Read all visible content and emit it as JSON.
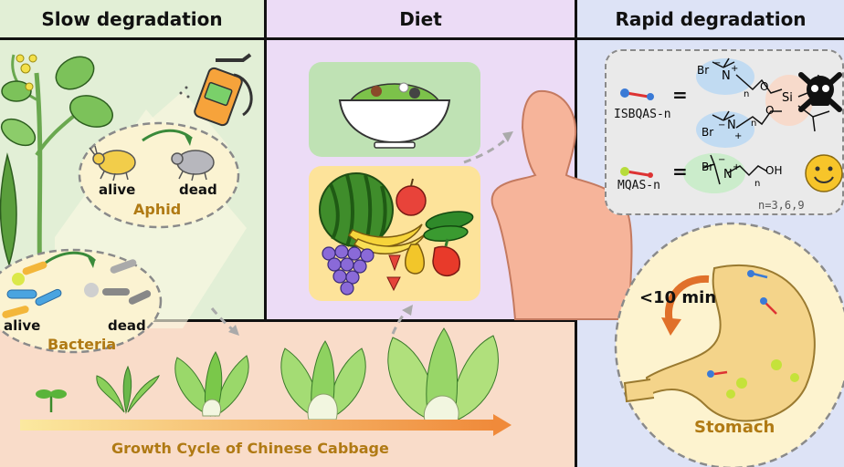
{
  "panels": {
    "slow": {
      "title": "Slow degradation",
      "color": "#e2efd6"
    },
    "diet": {
      "title": "Diet",
      "color": "#ecdcf6"
    },
    "rapid": {
      "title": "Rapid degradation",
      "color": "#dde3f6"
    }
  },
  "aphid": {
    "alive": "alive",
    "dead": "dead",
    "name": "Aphid"
  },
  "bacteria": {
    "alive": "alive",
    "dead": "dead",
    "name": "Bacteria"
  },
  "growth": {
    "caption": "Growth Cycle of Chinese Cabbage"
  },
  "structures": {
    "isbqas": {
      "label": "ISBQAS-n",
      "eq": "=",
      "br": "Br",
      "n": "N",
      "o": "O",
      "si": "Si",
      "sub": "n",
      "minus": "−",
      "plus": "+"
    },
    "mqas": {
      "label": "MQAS-n",
      "eq": "=",
      "br": "Br",
      "n": "N",
      "oh": "OH",
      "sub": "n",
      "minus": "−",
      "plus": "+"
    },
    "n_values": "n=3,6,9"
  },
  "stomach": {
    "name": "Stomach",
    "time": "<10 min"
  },
  "colors": {
    "accent_text": "#b07a14",
    "border": "#111111",
    "body": "#f6b49a",
    "stomach_circle": "#fdf3cf"
  }
}
